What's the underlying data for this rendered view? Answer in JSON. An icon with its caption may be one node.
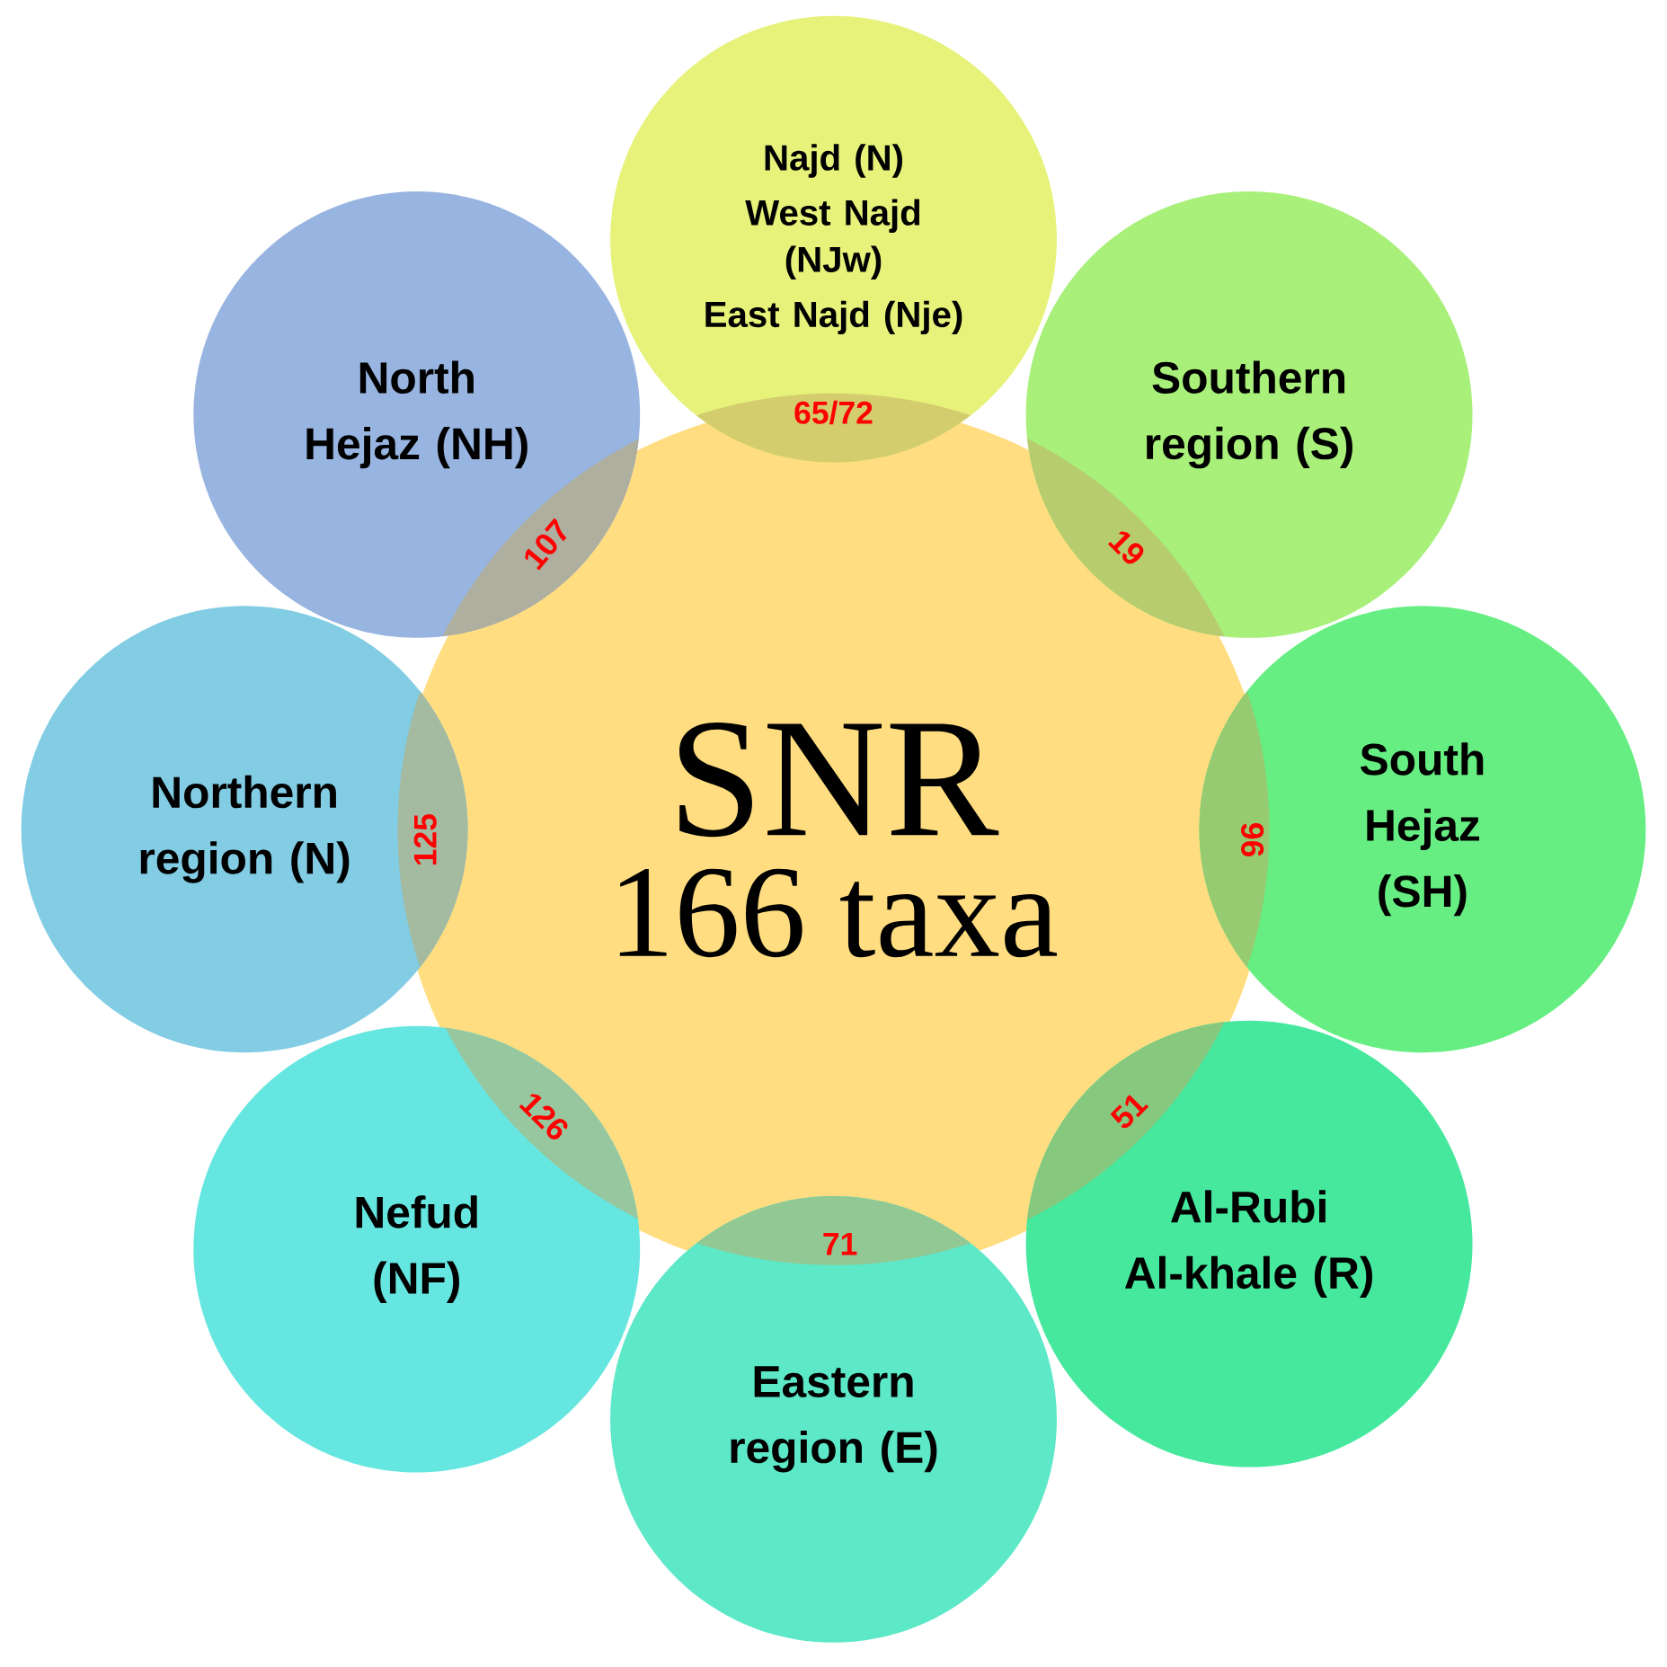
{
  "diagram": {
    "nodes": [
      {
        "text": [
          "Najd (N)",
          "West Najd (NJw)",
          "East Najd (Nje)"
        ]
      },
      {
        "text": [
          "North Hejaz (NH)"
        ]
      },
      {
        "text": [
          "Southern region (S)"
        ]
      },
      {
        "text": [
          "Northern region (N)"
        ]
      },
      {
        "text": [
          "SNR",
          "166 taxa"
        ]
      },
      {
        "text": [
          "South Hejaz (SH)"
        ]
      },
      {
        "text": [
          "Nefud (NF)"
        ]
      },
      {
        "text": [
          "Al-Rubi Al-khale (R)"
        ]
      },
      {
        "text": [
          "Eastern region (E)"
        ]
      }
    ],
    "labels": [
      "65/72",
      "107",
      "19",
      "125",
      "96",
      "126",
      "51",
      "71"
    ]
  }
}
